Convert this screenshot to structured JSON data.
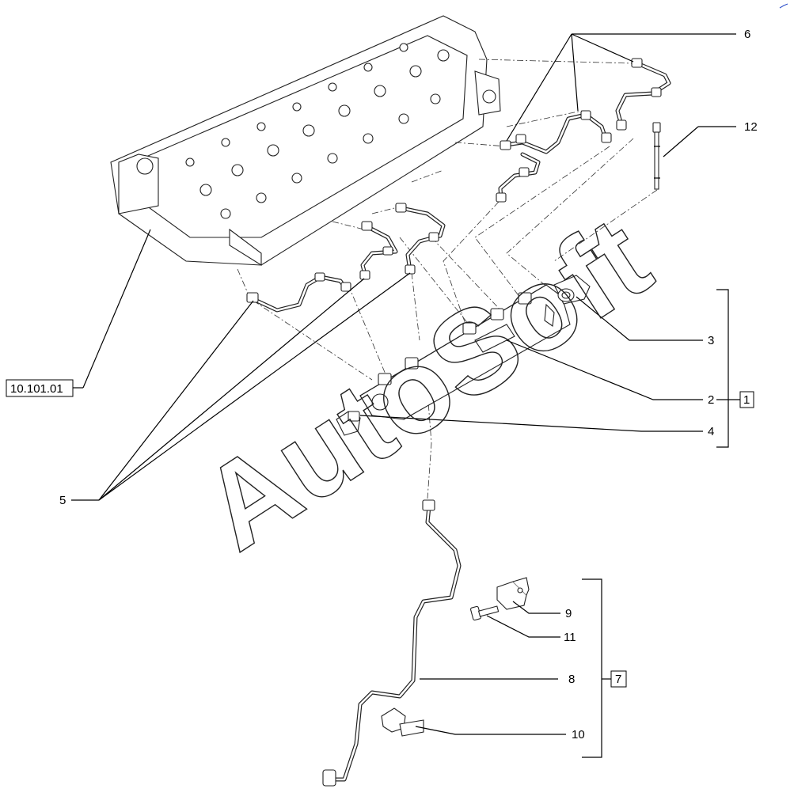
{
  "callouts": [
    {
      "id": "6",
      "text": "6"
    },
    {
      "id": "12",
      "text": "12"
    },
    {
      "id": "3",
      "text": "3"
    },
    {
      "id": "2",
      "text": "2"
    },
    {
      "id": "4",
      "text": "4"
    },
    {
      "id": "5",
      "text": "5"
    },
    {
      "id": "9",
      "text": "9"
    },
    {
      "id": "11",
      "text": "11"
    },
    {
      "id": "8",
      "text": "8"
    },
    {
      "id": "10",
      "text": "10"
    }
  ],
  "boxed_callouts": [
    {
      "id": "ref",
      "text": "10.101.01"
    },
    {
      "id": "group1",
      "text": "1"
    },
    {
      "id": "group7",
      "text": "7"
    }
  ],
  "watermark": {
    "text": "AutoSoft"
  }
}
